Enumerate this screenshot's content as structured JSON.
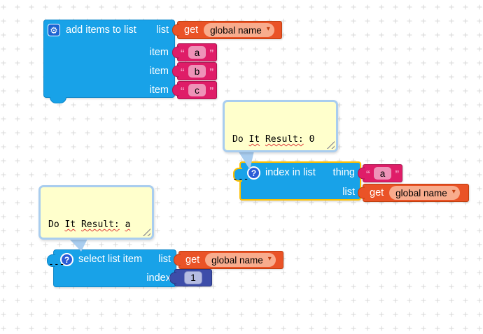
{
  "workspace": {
    "grid_mark": "+"
  },
  "colors": {
    "list_block": "#18A2E8",
    "list_border": "#0E86C8",
    "get_block": "#EA5327",
    "get_border": "#BF3E0E",
    "get_field": "#F8AC8D",
    "text_block": "#DF1D68",
    "text_border": "#AD1450",
    "text_field": "#EE93B8",
    "quote": "#F4A9CB",
    "number_block": "#3D4DA9",
    "number_border": "#28367F",
    "number_field": "#B5BCE2",
    "gear_bg": "#1B63D2",
    "help_bg": "#2A5BD7",
    "selected_outline": "#FDBF00",
    "bubble_fill": "#FFFFCC",
    "bubble_border": "#A9CDEF",
    "wavy": "#E03C3C",
    "grid": "#D4D4D4"
  },
  "icons": {
    "gear": "⚙",
    "help": "?",
    "dropdown_arrow": "▾",
    "quote_open": "“",
    "quote_close": "”"
  },
  "blocks": {
    "add_items_to_list": {
      "title": "add items to list",
      "list_label": "list",
      "item_label": "item",
      "items": [
        "a",
        "b",
        "c"
      ],
      "get_label": "get",
      "variable": "global name"
    },
    "index_in_list": {
      "title": "index in list",
      "thing_label": "thing",
      "thing_value": "a",
      "list_label": "list",
      "get_label": "get",
      "variable": "global name"
    },
    "select_list_item": {
      "title": "select list item",
      "list_label": "list",
      "index_label": "index",
      "index_value": "1",
      "get_label": "get",
      "variable": "global name"
    }
  },
  "bubbles": [
    {
      "name": "do-it-result-0",
      "tokens": [
        {
          "t": "Do",
          "wavy": false
        },
        {
          "t": "It",
          "wavy": true
        },
        {
          "t": "Result:",
          "wavy": true
        },
        {
          "t": "0",
          "wavy": false
        }
      ],
      "line2": "---"
    },
    {
      "name": "do-it-result-a",
      "tokens": [
        {
          "t": "Do",
          "wavy": false
        },
        {
          "t": "It",
          "wavy": true
        },
        {
          "t": "Result:",
          "wavy": true
        },
        {
          "t": "a",
          "wavy": true
        }
      ],
      "line2": "---"
    }
  ]
}
